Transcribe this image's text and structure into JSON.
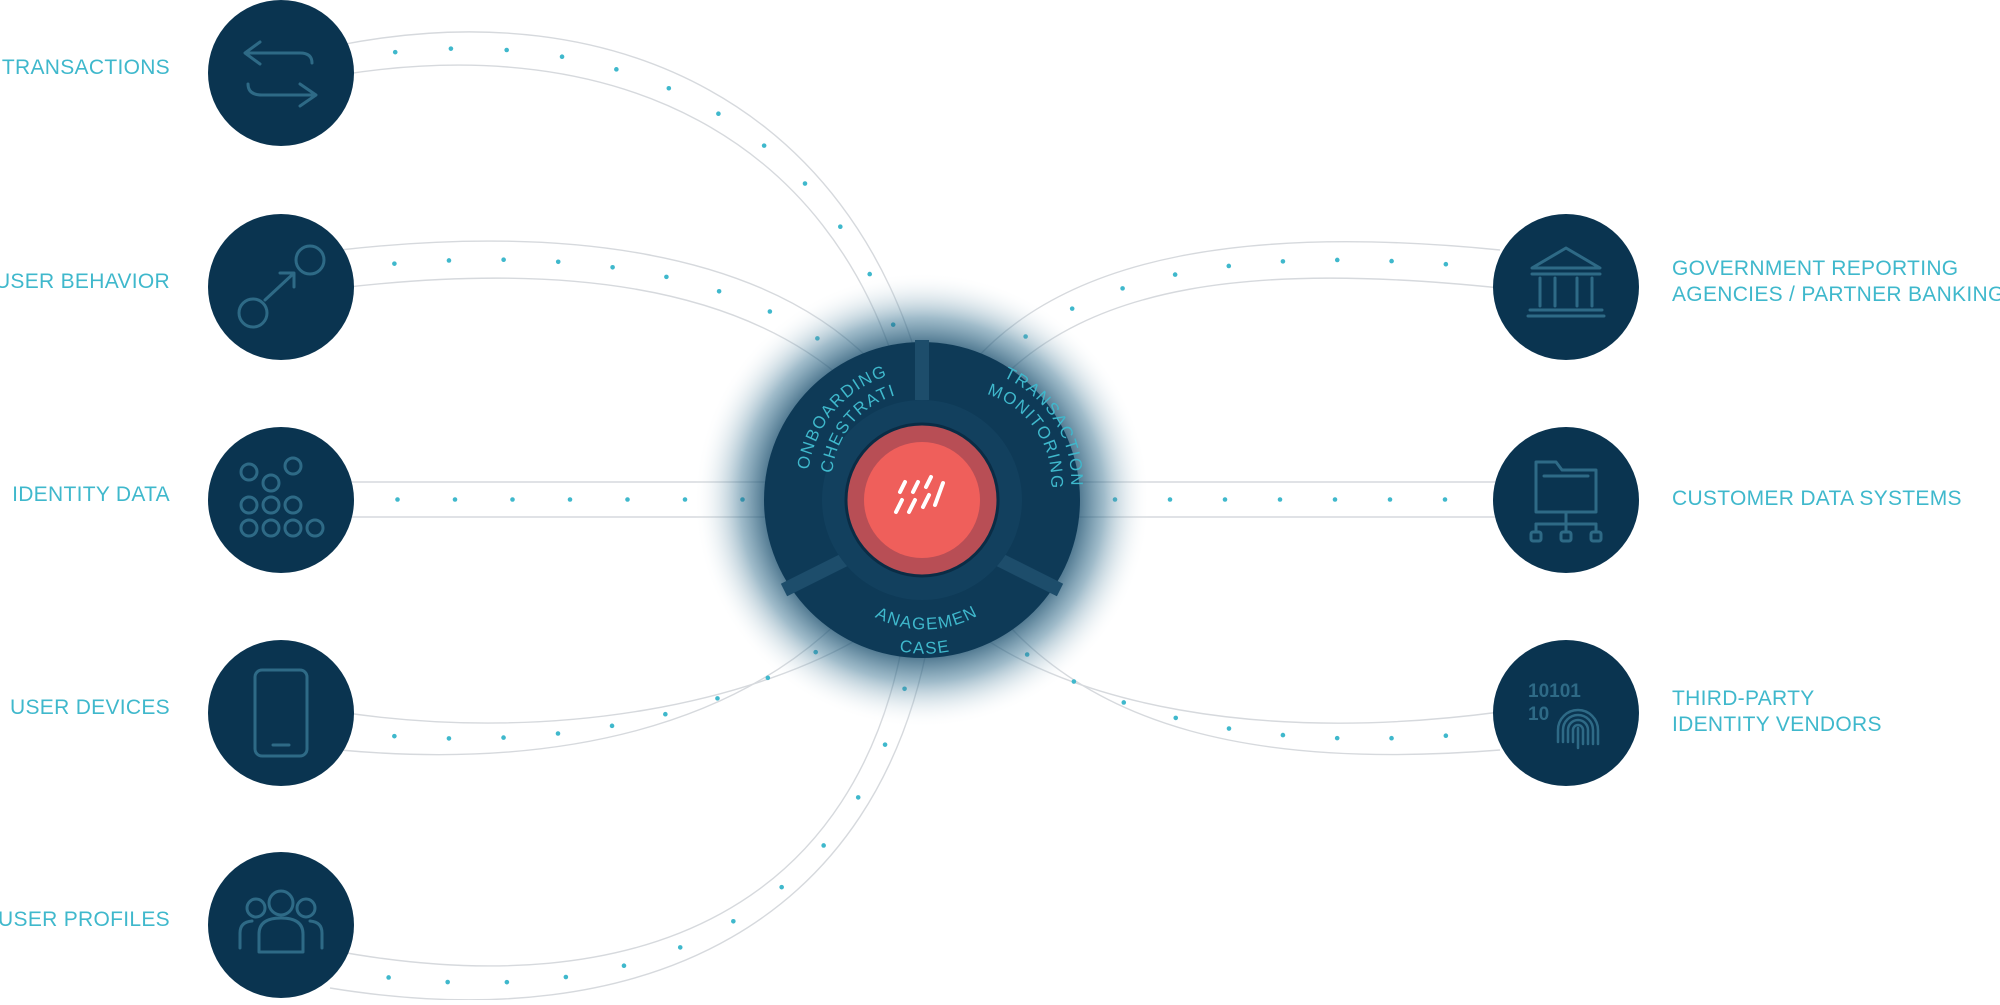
{
  "colors": {
    "node_fill": "#0a3450",
    "icon_stroke": "#2e6a86",
    "label": "#3fb8cc",
    "dot": "#3fb8cc",
    "track": "#d6d9dd",
    "hub_ring": "#12405e",
    "hub_segment": "#0e3a57",
    "core_outer": "#b84e55",
    "core_inner": "#ef5f5b"
  },
  "inputs": [
    {
      "id": "transactions",
      "label": "TRANSACTIONS",
      "icon": "swap-arrows-icon"
    },
    {
      "id": "user-behavior",
      "label": "USER BEHAVIOR",
      "icon": "path-nodes-icon"
    },
    {
      "id": "identity-data",
      "label": "IDENTITY DATA",
      "icon": "dot-grid-icon"
    },
    {
      "id": "user-devices",
      "label": "USER DEVICES",
      "icon": "smartphone-icon"
    },
    {
      "id": "user-profiles",
      "label": "USER PROFILES",
      "icon": "user-group-icon"
    }
  ],
  "outputs": [
    {
      "id": "government-reporting",
      "lines": [
        "GOVERNMENT REPORTING",
        "AGENCIES / PARTNER BANKING"
      ],
      "icon": "bank-icon"
    },
    {
      "id": "customer-data-systems",
      "lines": [
        "CUSTOMER DATA SYSTEMS"
      ],
      "icon": "folder-network-icon"
    },
    {
      "id": "third-party-vendors",
      "lines": [
        "THIRD-PARTY",
        "IDENTITY VENDORS"
      ],
      "icon": "fingerprint-binary-icon"
    }
  ],
  "hub": {
    "segments": [
      {
        "id": "onboarding",
        "lines": [
          "ONBOARDING",
          "ORCHESTRATION"
        ]
      },
      {
        "id": "transaction-monitoring",
        "lines": [
          "TRANSACTION",
          "MONITORING"
        ]
      },
      {
        "id": "case-management",
        "lines": [
          "CASE",
          "MANAGEMENT"
        ]
      }
    ],
    "core_icon": "slash-logo-icon"
  },
  "binary_icon_text": [
    "10101",
    "10"
  ]
}
